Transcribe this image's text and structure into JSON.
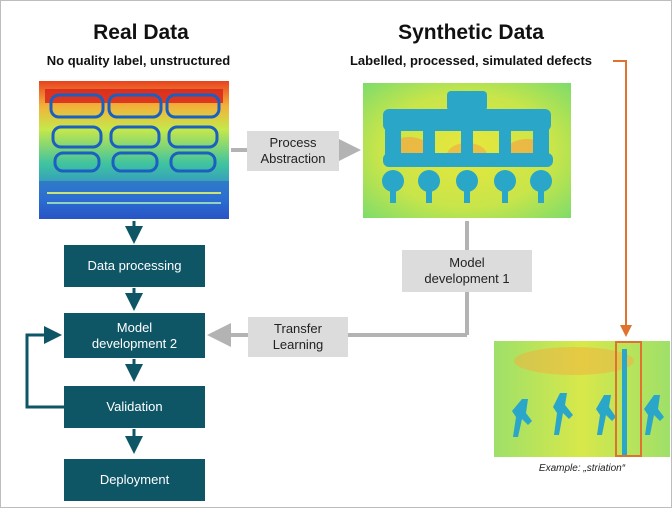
{
  "real": {
    "title": "Real Data",
    "subtitle": "No quality label, unstructured"
  },
  "synthetic": {
    "title": "Synthetic Data",
    "subtitle": "Labelled, processed, simulated defects"
  },
  "steps": {
    "data_processing": "Data processing",
    "model_dev_2": "Model\ndevelopment 2",
    "validation": "Validation",
    "deployment": "Deployment"
  },
  "connectors": {
    "process_abstraction": "Process\nAbstraction",
    "model_dev_1": "Model\ndevelopment 1",
    "transfer_learning": "Transfer\nLearning"
  },
  "example_caption": "Example: „striation“",
  "colors": {
    "teal_box": "#0e5566",
    "grey_box": "#dcdcdc",
    "grey_arrow": "#b3b3b3",
    "orange_arrow": "#e0722f"
  },
  "images": {
    "real": "thermal-camera-image",
    "synthetic": "simulated-casting-image",
    "example": "striation-defect-image"
  }
}
